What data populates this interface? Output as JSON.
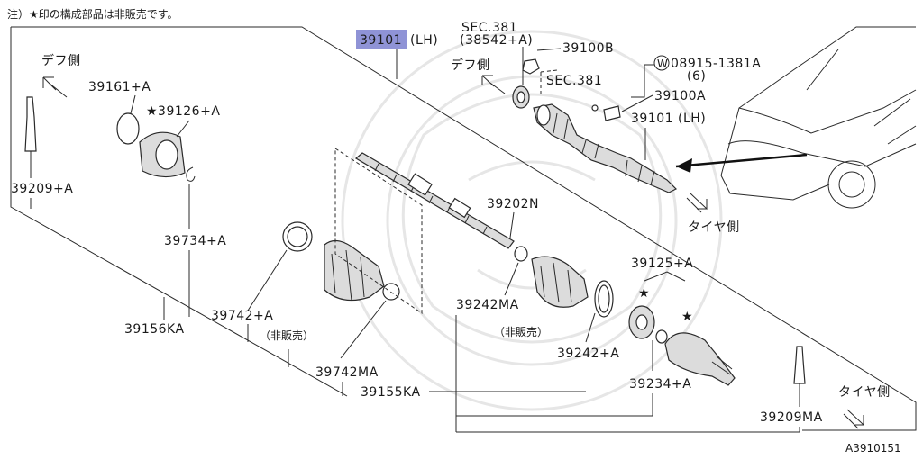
{
  "note": "注）★印の構成部品は非販売です。",
  "drawing_code": "A3910151",
  "highlighted_part": "39101",
  "highlighted_suffix": "(LH)",
  "direction_labels": {
    "diff_side": "デフ側",
    "tire_side": "タイヤ側"
  },
  "labels": {
    "p39161": "39161+A",
    "p39126": "★39126+A",
    "p39209a": "39209+A",
    "p39734": "39734+A",
    "p39156": "39156KA",
    "p39742a": "39742+A",
    "not_sold_1": "（非販売）",
    "p39742ma": "39742MA",
    "sec381_a": "SEC.381",
    "sec381_a_sub": "(38542+A)",
    "p39100b": "39100B",
    "w_bolt": "08915-1381A",
    "w_bolt_qty": "(6)",
    "w_mark": "W",
    "sec381_b": "SEC.381",
    "p39100a": "39100A",
    "p39101lh": "39101 (LH)",
    "p39202n": "39202N",
    "p39242ma": "39242MA",
    "not_sold_2": "（非販売）",
    "p39125": "39125+A",
    "p39242a": "39242+A",
    "p39155": "39155KA",
    "p39234": "39234+A",
    "p39209ma": "39209MA",
    "star": "★"
  }
}
